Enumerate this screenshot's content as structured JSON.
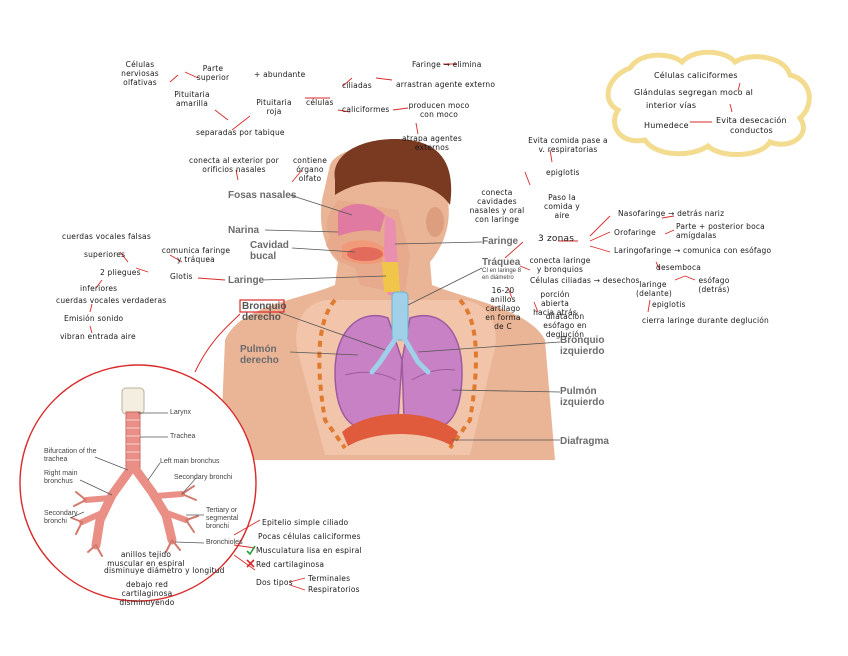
{
  "anatomy_labels": {
    "fosas_nasales": "Fosas nasales",
    "narina": "Narina",
    "cavidad_bucal": "Cavidad bucal",
    "laringe": "Laringe",
    "bronquio_derecho": "Bronquio derecho",
    "pulmon_derecho": "Pulmón derecho",
    "faringe": "Faringe",
    "traquea": "Tráquea",
    "bronquio_izquierdo": "Bronquio izquierdo",
    "pulmon_izquierdo": "Pulmón izquierdo",
    "diafragma": "Diafragma"
  },
  "zoom_labels": {
    "larynx": "Larynx",
    "trachea": "Trachea",
    "bifurcation": "Bifurcation of the trachea",
    "right_main": "Right main bronchus",
    "left_main": "Left main bronchus",
    "secondary_bronchi_r": "Secondary bronchi",
    "secondary_bronchi_l": "Secondary bronchi",
    "tertiary": "Tertiary or segmental bronchi",
    "bronchioles": "Bronchioles"
  },
  "cloud_notes": {
    "l1": "Células caliciformes",
    "l2": "Glándulas segregan moco al",
    "l3": "interior vías",
    "l4": "Humedece",
    "l5": "Evita desecación",
    "l6": "conductos"
  },
  "nasal_notes": {
    "celulas_nerviosas": "Células nerviosas olfativas",
    "parte_superior": "Parte superior",
    "abundante": "+ abundante",
    "pituitaria_amarilla": "Pituitaria amarilla",
    "pituitaria_roja": "Pituitaria roja",
    "celulas": "células",
    "ciliadas": "ciliadas",
    "faringe_elimina": "Faringe → elimina",
    "arrastran": "arrastran agente externo",
    "caliciformes": "caliciformes",
    "producen_moco": "producen moco con moco",
    "atrapa": "atrapa agentes externos",
    "separadas": "separadas por tabique",
    "conecta_exterior": "conecta al exterior por orificios nasales",
    "contiene_olfato": "contiene órgano olfato"
  },
  "faringe_notes": {
    "evita_comida": "Evita comida pase a v. respiratorias",
    "epiglotis": "epiglotis",
    "conecta_cavidades": "conecta cavidades nasales y oral con laringe",
    "paso_comida": "Paso la comida y aire",
    "zonas": "3 zonas",
    "nasofaringe": "Nasofaringe → detrás nariz",
    "orofaringe": "Orofaringe",
    "orofaringe_desc": "Parte + posterior boca amígdalas",
    "laringofaringe": "Laringofaringe → comunica con esófago",
    "desemboca": "desemboca",
    "laringe_del": "laringe (delante)",
    "esofago_detras": "esófago (detrás)",
    "epiglotis2": "epiglotis",
    "cierra_laringe": "cierra laringe durante deglución"
  },
  "traquea_notes": {
    "traquea_sub": "CI en laringe 8 en diámetro",
    "conecta_laringe": "conecta laringe y bronquios",
    "celulas_ciliadas": "Células ciliadas → desechos",
    "anillos": "16-20 anillos cartílago en forma de C",
    "porcion_abierta": "porción abierta hacia atrás",
    "dilatacion": "dilatación esófago en deglución"
  },
  "laringe_notes": {
    "cuerdas_falsas": "cuerdas vocales falsas",
    "superiores": "superiores",
    "comunica": "comunica faringe y tráquea",
    "glotis": "Glotis",
    "pliegues": "2 pliegues",
    "inferiores": "inferiores",
    "cuerdas_verdaderas": "cuerdas vocales verdaderas",
    "emision": "Emisión sonido",
    "vibran": "vibran entrada aire"
  },
  "bronquio_notes": {
    "anillos_tejido": "anillos tejido muscular en espiral",
    "disminuye": "disminuye diámetro y longitud",
    "debajo_red": "debajo red cartilaginosa disminuyendo"
  },
  "bronquiolo_notes": {
    "epitelio": "Epitelio simple ciliado",
    "pocas_celulas": "Pocas células caliciformes",
    "musculatura": "Musculatura lisa en espiral",
    "red_cartilaginosa": "Red cartilaginosa",
    "dos_tipos": "Dos tipos",
    "terminales": "Terminales",
    "respiratorios": "Respiratorios"
  }
}
